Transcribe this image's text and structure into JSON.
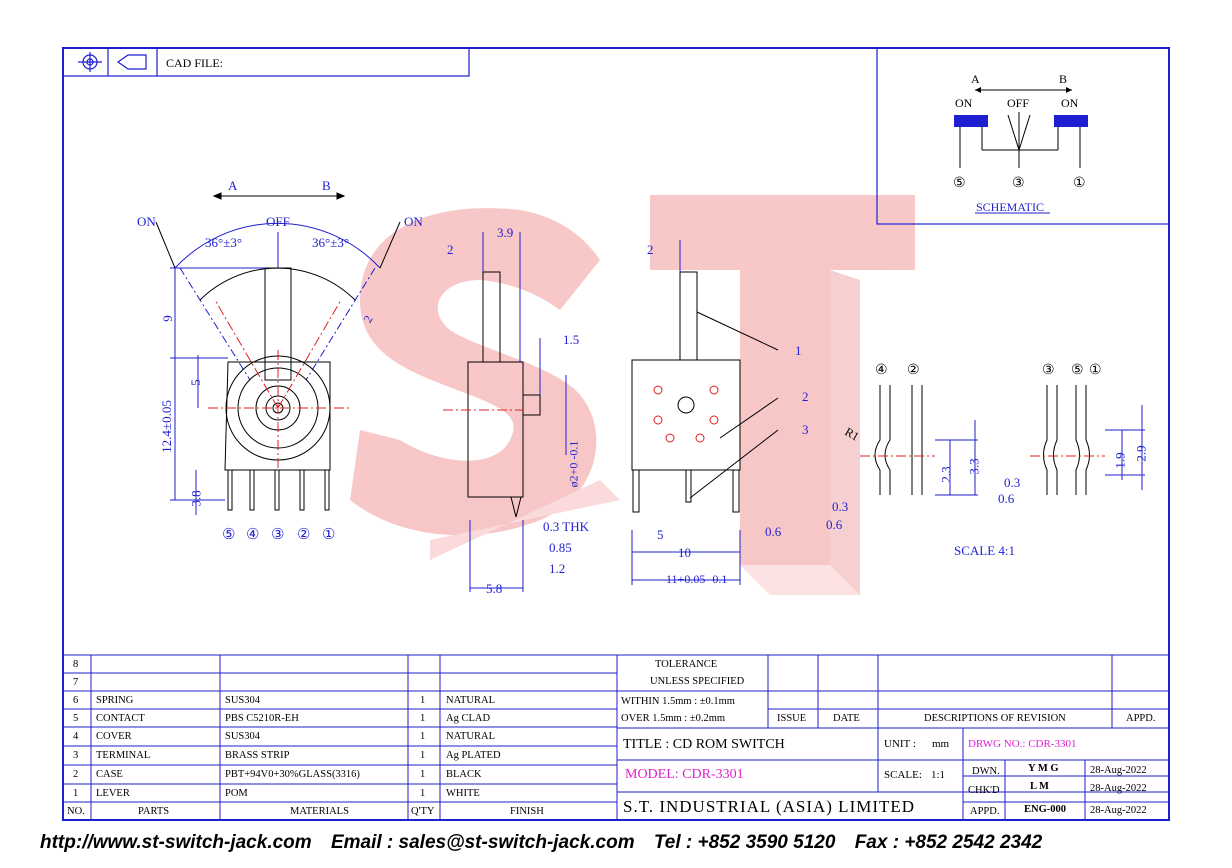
{
  "header": {
    "cad_file_label": "CAD FILE:"
  },
  "schematic": {
    "label_a": "A",
    "label_b": "B",
    "on_left": "ON",
    "off": "OFF",
    "on_right": "ON",
    "pins": [
      "⑤",
      "③",
      "①"
    ],
    "title": "SCHEMATIC"
  },
  "front_view": {
    "label_a": "A",
    "label_b": "B",
    "on_left": "ON",
    "off": "OFF",
    "on_right": "ON",
    "angle_left": "36°±3°",
    "angle_right": "36°±3°",
    "dim_9": "9",
    "dim_12_4": "12.4±0.05",
    "dim_5": "5",
    "dim_3_8": "3.8",
    "dim_2": "2",
    "pins": [
      "⑤",
      "④",
      "③",
      "②",
      "①"
    ]
  },
  "side_view": {
    "dim_2": "2",
    "dim_3_9": "3.9",
    "dim_1_5": "1.5",
    "dim_dia": "ø2+0 -0.1",
    "dim_thk": "0.3 THK",
    "dim_0_85": "0.85",
    "dim_1_2": "1.2",
    "dim_5_8": "5.8"
  },
  "rear_view": {
    "dim_2": "2",
    "callouts": [
      "1",
      "2",
      "3"
    ],
    "dim_5": "5",
    "dim_10": "10",
    "dim_11": "11+0.05 -0.1",
    "dim_0_6": "0.6"
  },
  "terminal_detail": {
    "pins_a": [
      "④",
      "②"
    ],
    "pins_b": [
      "③",
      "⑤",
      "①"
    ],
    "r1": "R1",
    "dim_2_3": "2.3",
    "dim_3_3": "3.3",
    "dim_0_3_a": "0.3",
    "dim_0_6_a": "0.6",
    "dim_1_9": "1.9",
    "dim_2_9": "2.9",
    "dim_0_3_b": "0.3",
    "dim_0_6_b": "0.6",
    "scale": "SCALE 4:1"
  },
  "watermark": "ST",
  "bom": {
    "empty_rows": [
      "8",
      "7"
    ],
    "rows": [
      {
        "no": "6",
        "part": "SPRING",
        "material": "SUS304",
        "qty": "1",
        "finish": "NATURAL"
      },
      {
        "no": "5",
        "part": "CONTACT",
        "material": "PBS C5210R-EH",
        "qty": "1",
        "finish": "Ag CLAD"
      },
      {
        "no": "4",
        "part": "COVER",
        "material": "SUS304",
        "qty": "1",
        "finish": "NATURAL"
      },
      {
        "no": "3",
        "part": "TERMINAL",
        "material": "BRASS STRIP",
        "qty": "1",
        "finish": "Ag PLATED"
      },
      {
        "no": "2",
        "part": "CASE",
        "material": "PBT+94V0+30%GLASS(3316)",
        "qty": "1",
        "finish": "BLACK"
      },
      {
        "no": "1",
        "part": "LEVER",
        "material": "POM",
        "qty": "1",
        "finish": "WHITE"
      }
    ],
    "headers": {
      "no": "NO.",
      "parts": "PARTS",
      "materials": "MATERIALS",
      "qty": "Q'TY",
      "finish": "FINISH"
    }
  },
  "title_block": {
    "tolerance_1": "TOLERANCE",
    "tolerance_2": "UNLESS  SPECIFIED",
    "within": "WITHIN  1.5mm : ±0.1mm",
    "over": "OVER   1.5mm : ±0.2mm",
    "issue": "ISSUE",
    "date": "DATE",
    "descriptions": "DESCRIPTIONS OF REVISION",
    "appd": "APPD.",
    "title": "TITLE : CD ROM SWITCH",
    "unit_label": "UNIT :",
    "unit_value": "mm",
    "drwg_no": "DRWG NO.: CDR-3301",
    "model": "MODEL: CDR-3301",
    "scale_label": "SCALE:",
    "scale_value": "1:1",
    "dwn_label": "DWN.",
    "dwn_name": "Y M G",
    "dwn_date": "28-Aug-2022",
    "chkd_label": "CHK'D",
    "chkd_name": "L M",
    "chkd_date": "28-Aug-2022",
    "appd_label": "APPD.",
    "appd_name": "ENG-000",
    "appd_date": "28-Aug-2022",
    "company": "S.T. INDUSTRIAL (ASIA) LIMITED"
  },
  "footer": {
    "url": "http://www.st-switch-jack.com",
    "email": "Email : sales@st-switch-jack.com",
    "tel": "Tel : +852 3590 5120",
    "fax": "Fax : +852 2542 2342"
  }
}
